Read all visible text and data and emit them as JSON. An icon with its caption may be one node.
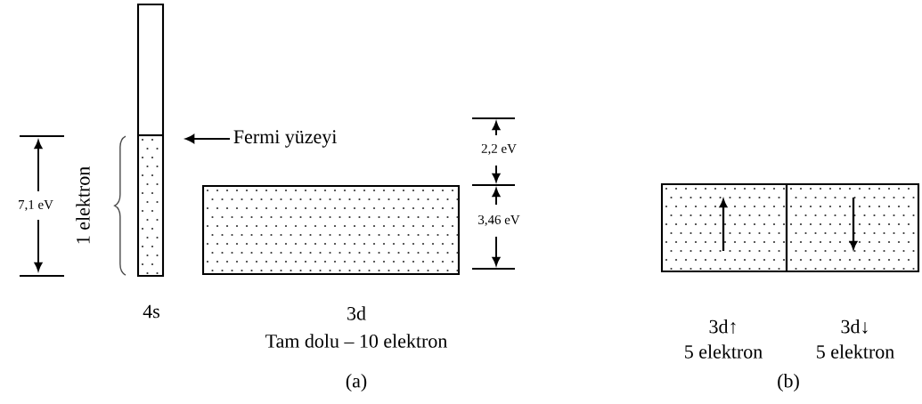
{
  "diagram": {
    "nodes": [
      {
        "text": [],
        "shape": "box",
        "beside": [
          "4s"
        ]
      },
      {
        "text": [
          "Fermi yüzeyi"
        ]
      },
      {
        "text": [],
        "shape": "box",
        "beside": [
          "3d",
          "Tam dolu – 10 elektron"
        ]
      },
      {
        "text": [],
        "shape": "box",
        "beside": [
          "3d↑",
          "5 elektron"
        ]
      },
      {
        "text": [],
        "shape": "box",
        "beside": [
          "3d↓",
          "5 elektron"
        ]
      }
    ],
    "edges": [
      {
        "from": 1,
        "to": 0,
        "arrow": "to"
      }
    ],
    "labels": [
      "7,1 eV",
      "1 elektron",
      "2,2 eV",
      "3,46 eV",
      "(a)",
      "(b)"
    ]
  }
}
